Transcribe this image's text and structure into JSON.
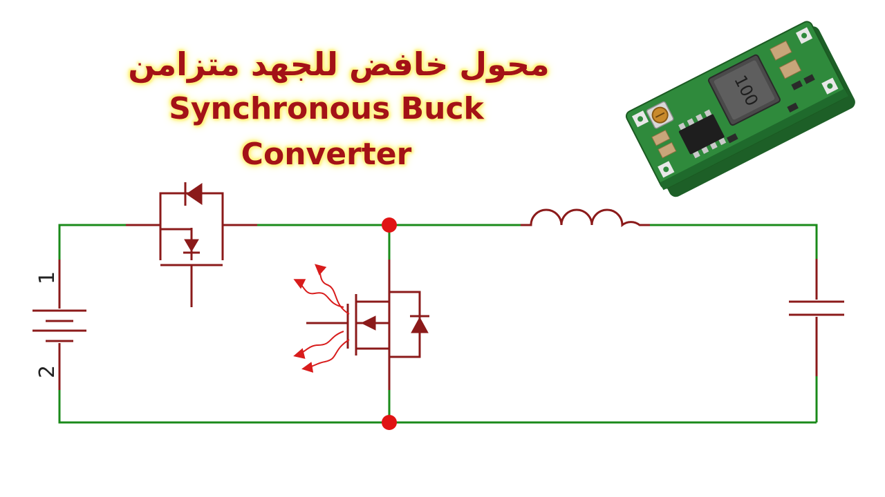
{
  "title": {
    "arabic": "محول خافض للجهد متزامن",
    "english_line1": "Synchronous Buck",
    "english_line2": "Converter"
  },
  "battery": {
    "pin1": "1",
    "pin2": "2"
  },
  "module": {
    "inductor_marking": "100"
  },
  "colors": {
    "wire": "#1a8a1a",
    "component": "#8b1a1a",
    "node": "#e01414",
    "title_text": "#a31217",
    "title_glow": "#fff27a",
    "pcb": "#2f8a3c"
  }
}
